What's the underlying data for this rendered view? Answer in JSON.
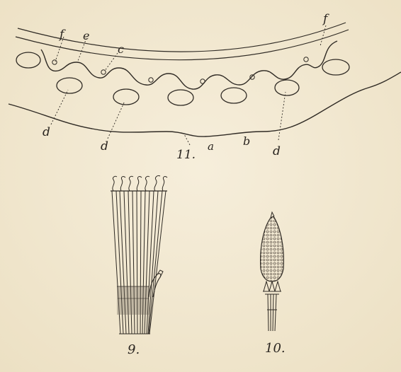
{
  "figures": {
    "fig11": {
      "number": "11.",
      "labels": {
        "f_left": "f",
        "e": "e",
        "c": "c",
        "f_right": "f",
        "d_left": "d",
        "d_mid": "d",
        "d_right": "d",
        "a": "a",
        "b": "b"
      }
    },
    "fig9": {
      "number": "9."
    },
    "fig10": {
      "number": "10."
    }
  },
  "colors": {
    "paper": "#f3ead4",
    "ink": "#2f2a24"
  }
}
